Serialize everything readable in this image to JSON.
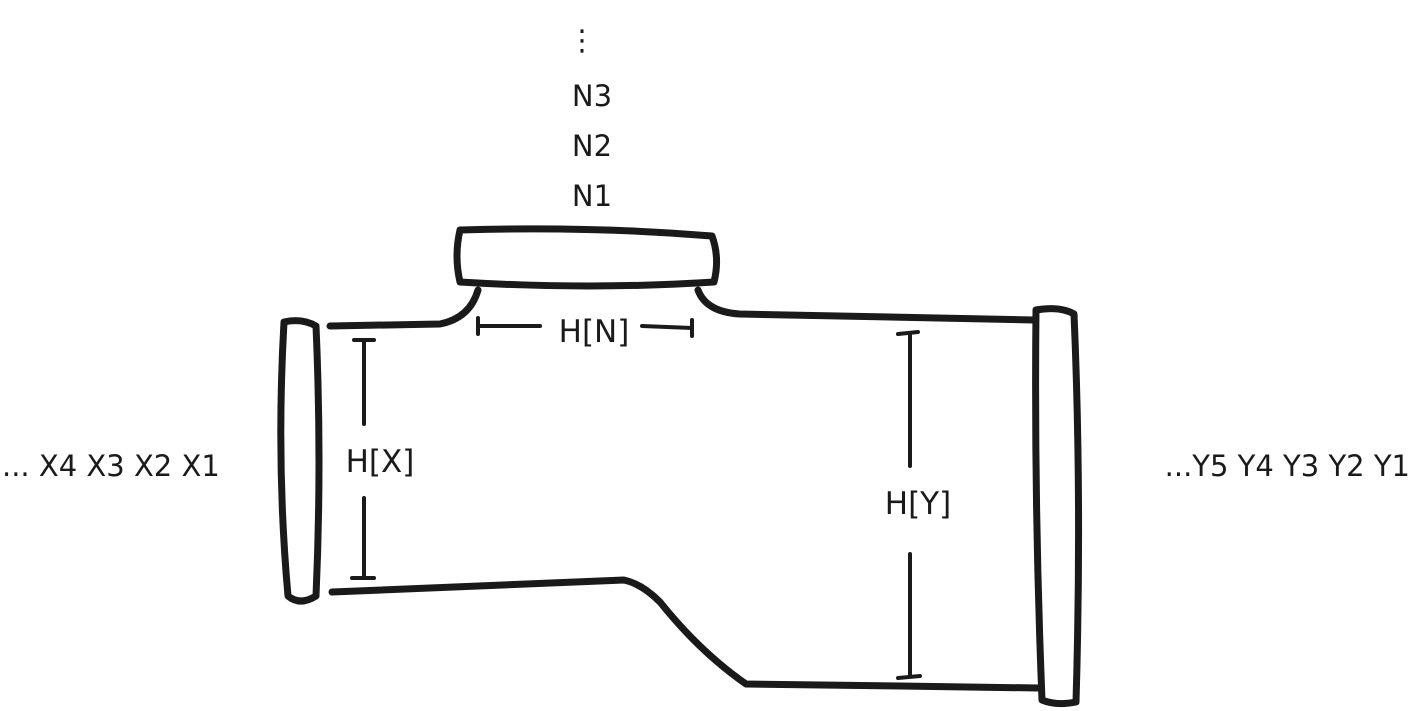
{
  "top_sequence": {
    "dots": "⋮",
    "items": [
      "N3",
      "N2",
      "N1"
    ]
  },
  "left_sequence": "... X4 X3 X2 X1",
  "right_sequence": "...Y5 Y4 Y3 Y2 Y1",
  "labels": {
    "n_width": "H[N]",
    "x_height": "H[X]",
    "y_height": "H[Y]"
  }
}
